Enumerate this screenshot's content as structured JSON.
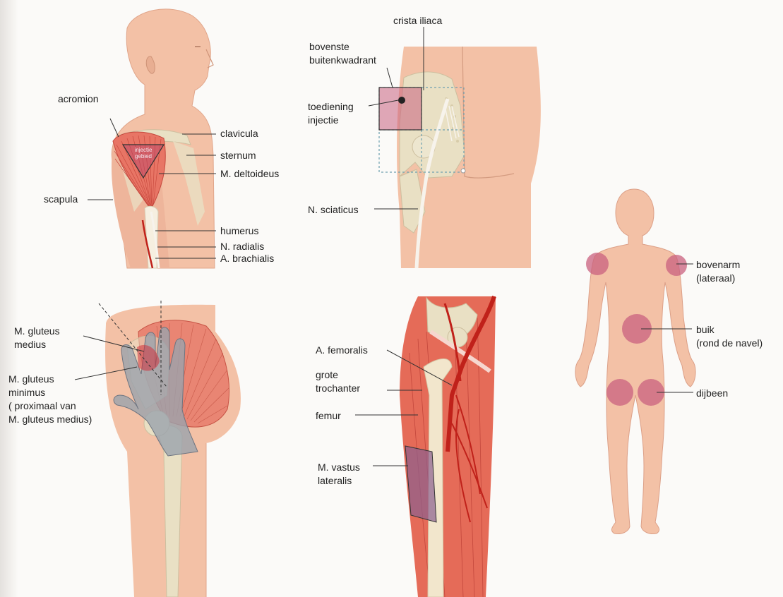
{
  "colors": {
    "skin": "#f3c1a6",
    "skin_shadow": "#e9ad93",
    "bone": "#e9e0c4",
    "muscle": "#d9594f",
    "artery": "#c0211a",
    "nerve": "#f7f3ec",
    "injection_zone": "#c9607f",
    "hand": "#9aa2ad",
    "leader_line": "#333333"
  },
  "icons": {
    "shoulder": "shoulder-anatomy-icon",
    "buttock": "buttock-anatomy-icon",
    "hip": "hip-anatomy-icon",
    "thigh": "thigh-anatomy-icon",
    "body": "full-body-figure-icon"
  },
  "shoulder_panel": {
    "acromion": "acromion",
    "clavicula": "clavicula",
    "sternum": "sternum",
    "deltoideus": "M. deltoideus",
    "scapula": "scapula",
    "humerus": "humerus",
    "radialis": "N. radialis",
    "brachialis": "A. brachialis",
    "injection_area": "injectie\ngebied"
  },
  "buttock_panel": {
    "crista": "crista iliaca",
    "quadrant": "bovenste\nbuitenkwadrant",
    "injection": "toediening\ninjectie",
    "sciaticus": "N. sciaticus"
  },
  "hip_panel": {
    "medius": "M. gluteus\nmedius",
    "minimus": "M. gluteus\nminimus\n( proximaal van\nM. gluteus medius)"
  },
  "thigh_panel": {
    "femoralis": "A. femoralis",
    "trochanter": "grote\ntrochanter",
    "femur": "femur",
    "vastus": "M. vastus\nlateralis"
  },
  "body_panel": {
    "upper_arm": "bovenarm\n(lateraal)",
    "belly": "buik\n(rond de navel)",
    "thigh": "dijbeen"
  }
}
